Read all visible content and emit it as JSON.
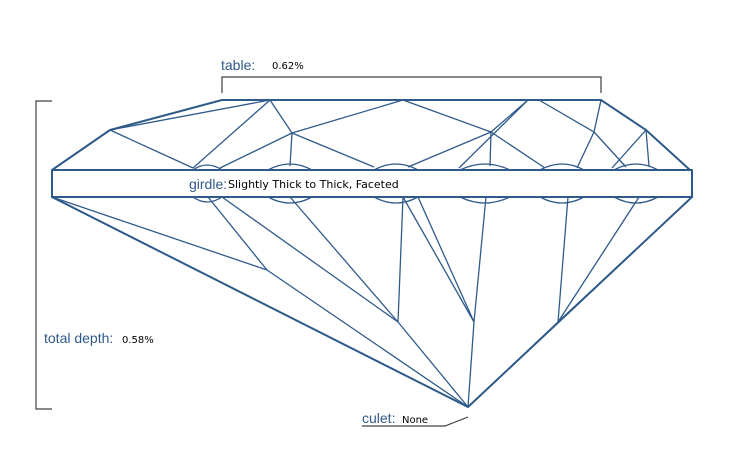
{
  "labels": {
    "table": "table:",
    "table_value": "0.62%",
    "girdle": "girdle:",
    "girdle_value": "Slightly Thick to Thick, Faceted",
    "total_depth": "total depth:",
    "total_depth_value": "0.58%",
    "culet": "culet:",
    "culet_value": "None"
  },
  "colors": {
    "line": "#2f5a8a",
    "bracket": "#404040",
    "value_text": "#000000"
  }
}
